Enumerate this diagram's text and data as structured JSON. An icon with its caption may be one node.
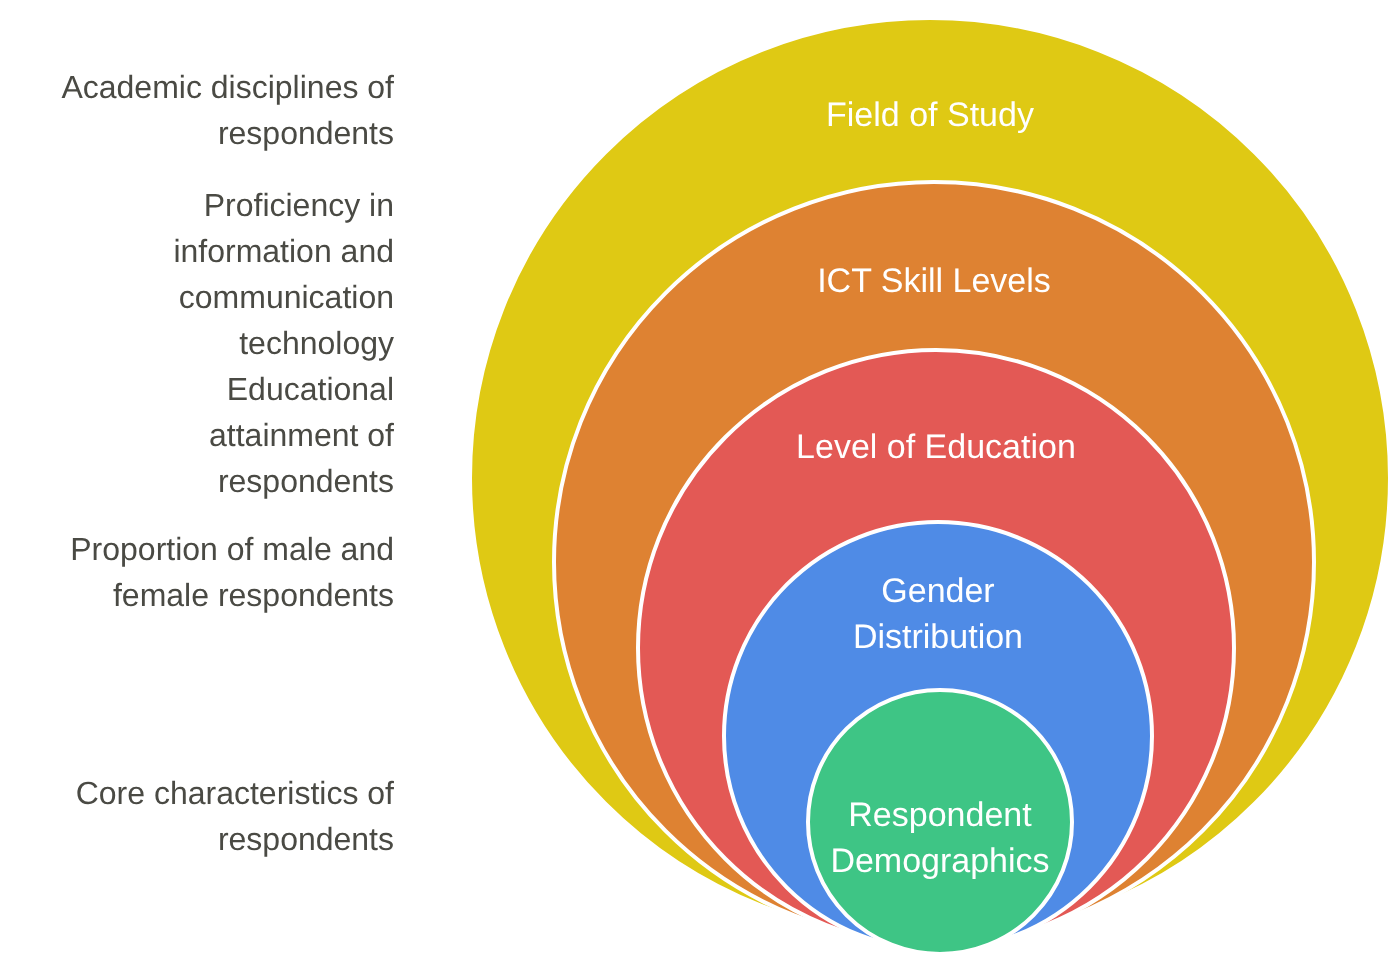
{
  "diagram": {
    "nodes": [
      {
        "text": [
          "Field of Study"
        ]
      },
      {
        "text": [
          "ICT Skill Levels"
        ],
        "in": 0
      },
      {
        "text": [
          "Level of Education"
        ],
        "in": 1
      },
      {
        "text": [
          "Gender Distribution"
        ],
        "in": 2
      },
      {
        "text": [
          "Respondent Demographics"
        ],
        "in": 3
      }
    ],
    "labels": [
      "Academic disciplines of respondents",
      "Proficiency in information and communication technology",
      "Educational attainment of respondents",
      "Proportion of male and female respondents",
      "Core characteristics of respondents"
    ]
  }
}
